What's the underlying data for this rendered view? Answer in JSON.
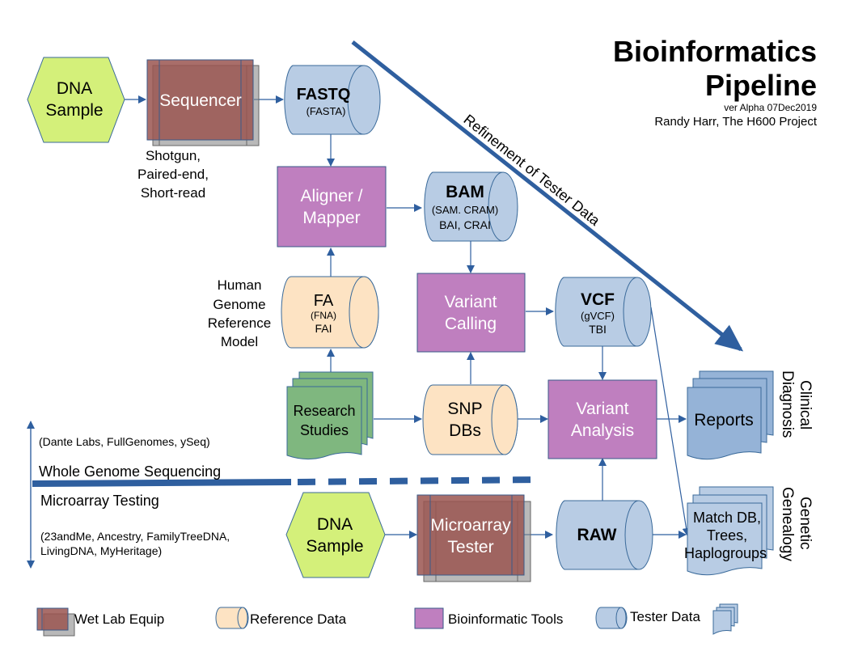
{
  "header": {
    "title_line1": "Bioinformatics",
    "title_line2": "Pipeline",
    "version": "ver Alpha 07Dec2019",
    "author": "Randy Harr, The H600 Project"
  },
  "colors": {
    "wet_lab": "#9a5550",
    "reference": "#fde3c3",
    "tool": "#bf7fbf",
    "tester": "#b8cce4",
    "research": "#7fb77f",
    "dna": "#d4f07a",
    "arrow": "#2f5f9f",
    "report": "#95b3d7"
  },
  "nodes": {
    "dna_sample_top": [
      "DNA",
      "Sample"
    ],
    "sequencer": "Sequencer",
    "sequencer_note": [
      "Shotgun,",
      "Paired-end,",
      "Short-read"
    ],
    "fastq": {
      "title": "FASTQ",
      "sub": "(FASTA)"
    },
    "aligner": [
      "Aligner /",
      "Mapper"
    ],
    "bam": {
      "title": "BAM",
      "sub1": "(SAM. CRAM)",
      "sub2": "BAI, CRAI"
    },
    "hgrm_label": [
      "Human",
      "Genome",
      "Reference",
      "Model"
    ],
    "fa": {
      "title": "FA",
      "sub1": "(FNA)",
      "sub2": "FAI"
    },
    "variant_calling": [
      "Variant",
      "Calling"
    ],
    "vcf": {
      "title": "VCF",
      "sub1": "(gVCF)",
      "sub2": "TBI"
    },
    "research": [
      "Research",
      "Studies"
    ],
    "snp": [
      "SNP",
      "DBs"
    ],
    "variant_analysis": [
      "Variant",
      "Analysis"
    ],
    "reports": "Reports",
    "clinical": [
      "Clinical",
      "Diagnosis"
    ],
    "dna_sample_bottom": [
      "DNA",
      "Sample"
    ],
    "microarray": [
      "Microarray",
      "Tester"
    ],
    "raw": "RAW",
    "match": [
      "Match DB,",
      "Trees,",
      "Haplogroups"
    ],
    "genealogy": [
      "Genetic",
      "Genealogy"
    ]
  },
  "refinement_label": "Refinement of Tester Data",
  "divider": {
    "wgs_providers": "(Dante Labs, FullGenomes, ySeq)",
    "wgs_label": "Whole Genome Sequencing",
    "micro_label": "Microarray Testing",
    "micro_providers1": "(23andMe, Ancestry, FamilyTreeDNA,",
    "micro_providers2": "LivingDNA, MyHeritage)"
  },
  "legend": {
    "wet_lab": "Wet Lab Equip",
    "reference": "Reference Data",
    "tools": "Bioinformatic Tools",
    "tester": "Tester Data"
  }
}
